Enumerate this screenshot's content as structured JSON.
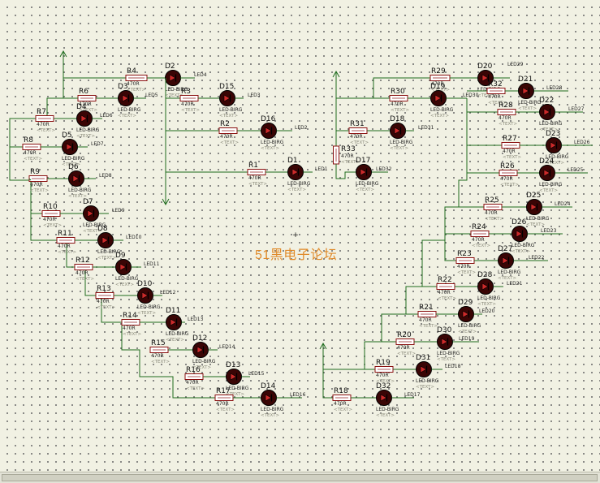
{
  "watermark": "51黑电子论坛",
  "origin_marker": "+",
  "resistor_value": "470R",
  "text_placeholder": "<TEXT>",
  "led_model": "LED-BIRG",
  "left_column": [
    {
      "res": "R7",
      "led": "D4",
      "net": "LED6"
    },
    {
      "res": "R8",
      "led": "D5",
      "net": "LED7"
    },
    {
      "res": "R9",
      "led": "D6",
      "net": "LED8"
    },
    {
      "res": "R10",
      "led": "D7",
      "net": "LED9"
    },
    {
      "res": "R11",
      "led": "D8",
      "net": "LED10"
    },
    {
      "res": "R12",
      "led": "D9",
      "net": "LED11"
    },
    {
      "res": "R13",
      "led": "D10",
      "net": "LED12"
    },
    {
      "res": "R14",
      "led": "D11",
      "net": "LED13"
    },
    {
      "res": "R15",
      "led": "D12",
      "net": "LED14"
    },
    {
      "res": "R16",
      "led": "D13",
      "net": "LED15"
    },
    {
      "res": "R17",
      "led": "D14",
      "net": "LED16"
    }
  ],
  "left_top": [
    {
      "res": "R6",
      "led": "D3",
      "net": "LED5"
    },
    {
      "res": "R4",
      "led": "D2",
      "net": "LED4"
    }
  ],
  "center_left": [
    {
      "res": "R3",
      "led": "D15",
      "net": "LED3"
    },
    {
      "res": "R2",
      "led": "D16",
      "net": "LED2"
    },
    {
      "res": "R1",
      "led": "D1",
      "net": "LED1"
    }
  ],
  "center_right": [
    {
      "res": "R29",
      "led": "D20",
      "net": "LED29"
    },
    {
      "res": "R30",
      "led": "D19",
      "net": "LED30"
    },
    {
      "res": "R31",
      "led": "D18",
      "net": "LED31"
    },
    {
      "res": "R33",
      "led": "D17",
      "net": "LED32"
    }
  ],
  "right_column": [
    {
      "res": "R32",
      "led": "D21",
      "net": "LED28"
    },
    {
      "res": "R28",
      "led": "D22",
      "net": "LED27"
    },
    {
      "res": "R27",
      "led": "D23",
      "net": "LED26"
    },
    {
      "res": "R26",
      "led": "D24",
      "net": "LED25"
    },
    {
      "res": "R25",
      "led": "D25",
      "net": "LED24"
    },
    {
      "res": "R24",
      "led": "D26",
      "net": "LED23"
    },
    {
      "res": "R23",
      "led": "D27",
      "net": "LED22"
    },
    {
      "res": "R22",
      "led": "D28",
      "net": "LED21"
    },
    {
      "res": "R21",
      "led": "D29",
      "net": "LED20"
    },
    {
      "res": "R20",
      "led": "D30",
      "net": "LED19"
    },
    {
      "res": "R19",
      "led": "D31",
      "net": "LED18"
    },
    {
      "res": "R18",
      "led": "D32",
      "net": "LED17"
    }
  ]
}
